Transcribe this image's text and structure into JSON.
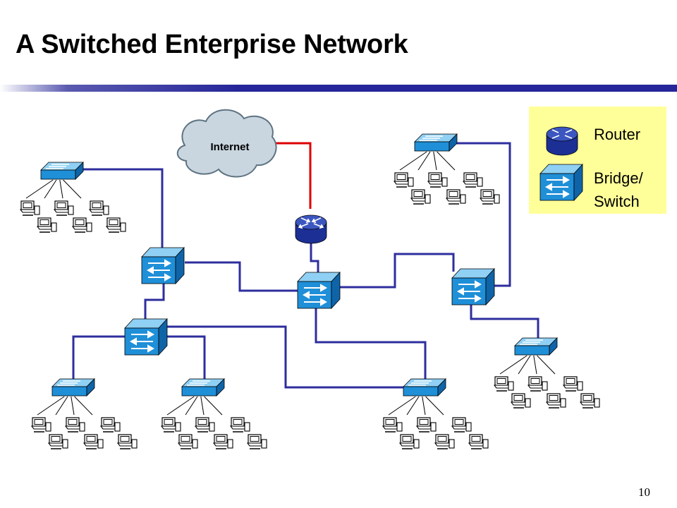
{
  "title": "A Switched Enterprise Network",
  "cloud": {
    "label": "Internet",
    "fill": "#c9d6e0"
  },
  "legend": {
    "router_label": "Router",
    "switch_label_line1": "Bridge/",
    "switch_label_line2": "Switch",
    "background": "#ffff99"
  },
  "page_number": "10",
  "colors": {
    "link": "#2e2e9e",
    "internet_link": "#dd0000",
    "device_blue": "#1f8fd8",
    "router_blue": "#2438a8"
  }
}
